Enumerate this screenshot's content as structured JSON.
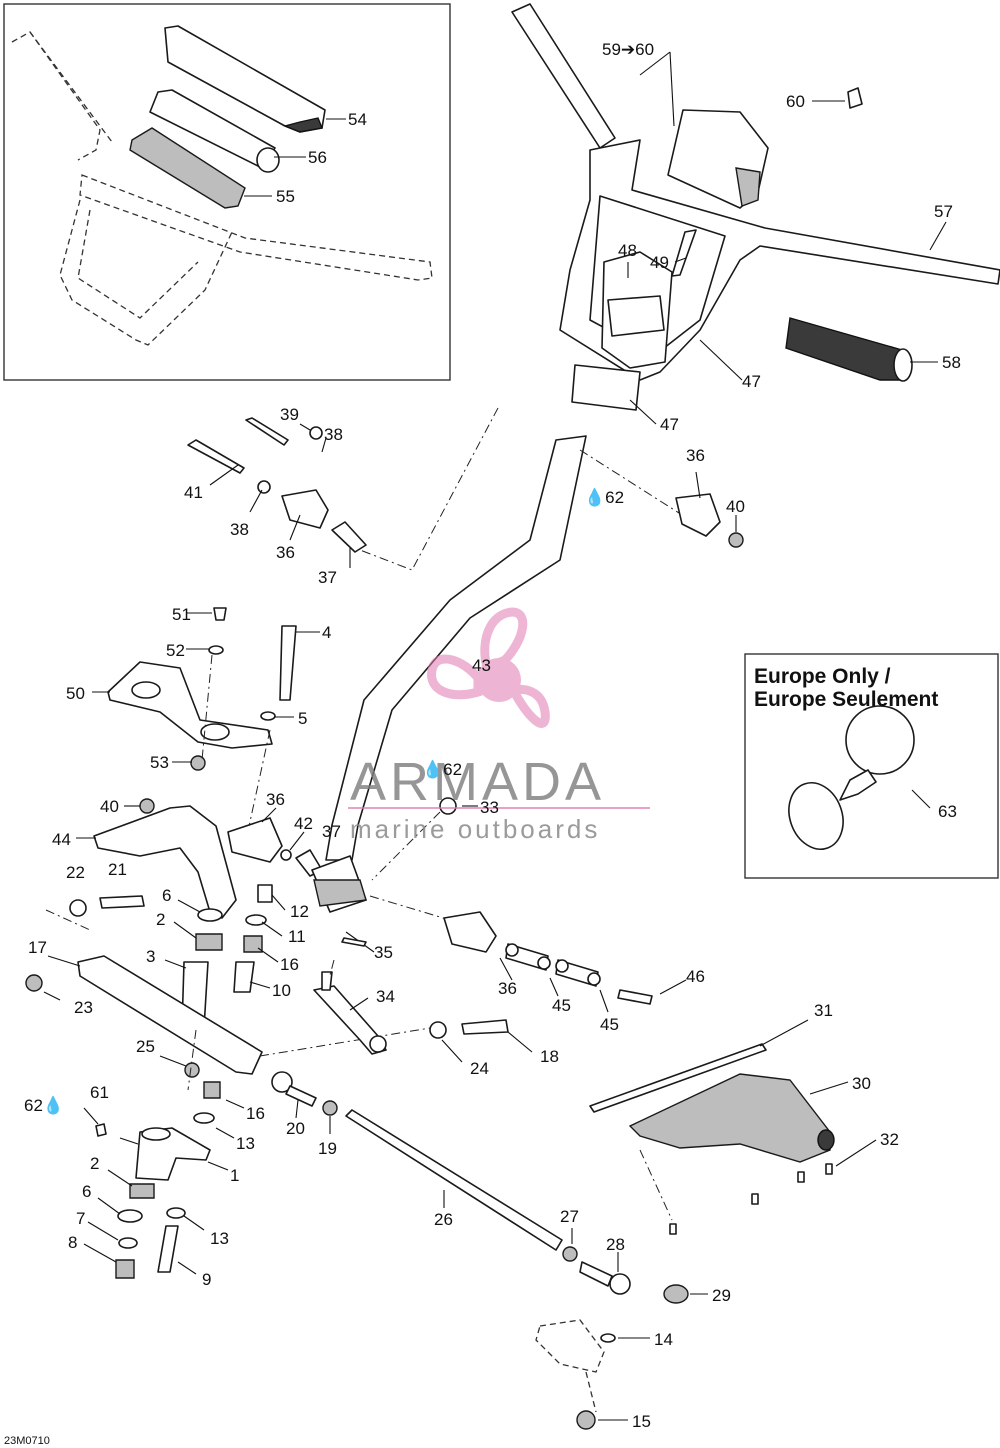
{
  "diagram_code": "23M0710",
  "europe_box": {
    "title_line1": "Europe Only /",
    "title_line2": "Europe Seulement",
    "callout": "63"
  },
  "watermark": {
    "brand": "ARMADA",
    "tagline": "marine outboards",
    "color": "#e07ab0"
  },
  "callouts": {
    "c1": "1",
    "c2a": "2",
    "c2b": "2",
    "c3": "3",
    "c4": "4",
    "c5": "5",
    "c6a": "6",
    "c6b": "6",
    "c7": "7",
    "c8": "8",
    "c9": "9",
    "c10": "10",
    "c11": "11",
    "c12": "12",
    "c13a": "13",
    "c13b": "13",
    "c14": "14",
    "c15": "15",
    "c16a": "16",
    "c16b": "16",
    "c17": "17",
    "c18": "18",
    "c19": "19",
    "c20": "20",
    "c21": "21",
    "c22": "22",
    "c23": "23",
    "c24": "24",
    "c25": "25",
    "c26": "26",
    "c27": "27",
    "c28": "28",
    "c29": "29",
    "c30": "30",
    "c31": "31",
    "c32": "32",
    "c33": "33",
    "c34": "34",
    "c35": "35",
    "c36a": "36",
    "c36b": "36",
    "c36c": "36",
    "c36d": "36",
    "c37a": "37",
    "c37b": "37",
    "c38a": "38",
    "c38b": "38",
    "c39": "39",
    "c40a": "40",
    "c40b": "40",
    "c41": "41",
    "c42": "42",
    "c43": "43",
    "c44": "44",
    "c45a": "45",
    "c45b": "45",
    "c46": "46",
    "c47a": "47",
    "c47b": "47",
    "c48": "48",
    "c49": "49",
    "c50": "50",
    "c51": "51",
    "c52": "52",
    "c53": "53",
    "c54": "54",
    "c55": "55",
    "c56": "56",
    "c57": "57",
    "c58": "58",
    "c59": "59➔60",
    "c60": "60",
    "c61": "61",
    "c62a": "62",
    "c62b": "62",
    "c62c": "62"
  }
}
